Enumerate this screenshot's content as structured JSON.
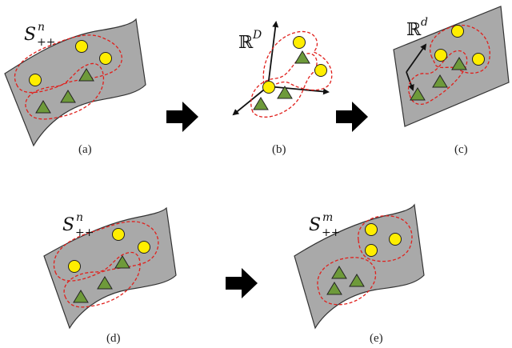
{
  "panels": {
    "a": {
      "caption": "(a)",
      "space_label": "S",
      "space_sup": "n",
      "space_sub": "++"
    },
    "b": {
      "caption": "(b)",
      "space_label": "ℝ",
      "space_sup": "D"
    },
    "c": {
      "caption": "(c)",
      "space_label": "ℝ",
      "space_sup": "d"
    },
    "d": {
      "caption": "(d)",
      "space_label": "S",
      "space_sup": "n",
      "space_sub": "++"
    },
    "e": {
      "caption": "(e)",
      "space_label": "S",
      "space_sup": "m",
      "space_sub": "++"
    }
  },
  "colors": {
    "manifold": "#a9a9a9",
    "cluster_outline": "#e0201c",
    "circle_marker": "#ffee00",
    "triangle_marker": "#6e9a3a",
    "arrow": "#000000"
  },
  "icons": {
    "circle_marker": "yellow-circle",
    "triangle_marker": "green-triangle",
    "flow_arrow": "right-arrow"
  }
}
